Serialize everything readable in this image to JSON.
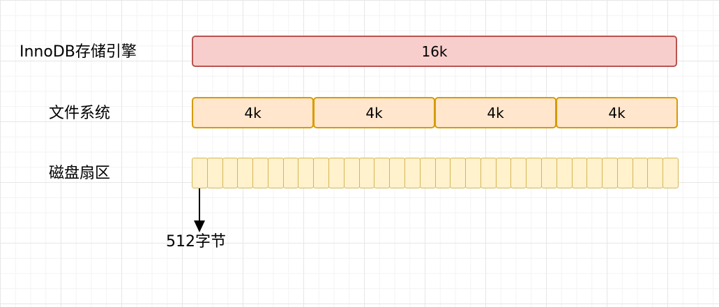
{
  "labels": {
    "innodb": "InnoDB存储引擎",
    "filesystem": "文件系统",
    "disk": "磁盘扇区",
    "sector_size": "512字节"
  },
  "innodb_block": {
    "label": "16k"
  },
  "fs_blocks": [
    {
      "label": "4k"
    },
    {
      "label": "4k"
    },
    {
      "label": "4k"
    },
    {
      "label": "4k"
    }
  ],
  "disk_sectors": {
    "count": 32
  },
  "colors": {
    "innodb_fill": "#f8cecc",
    "innodb_stroke": "#b85450",
    "fs_fill": "#ffe6cc",
    "fs_stroke": "#d79b00",
    "sector_fill": "#fff2cc",
    "sector_stroke": "#d6b656",
    "arrow": "#000000"
  }
}
